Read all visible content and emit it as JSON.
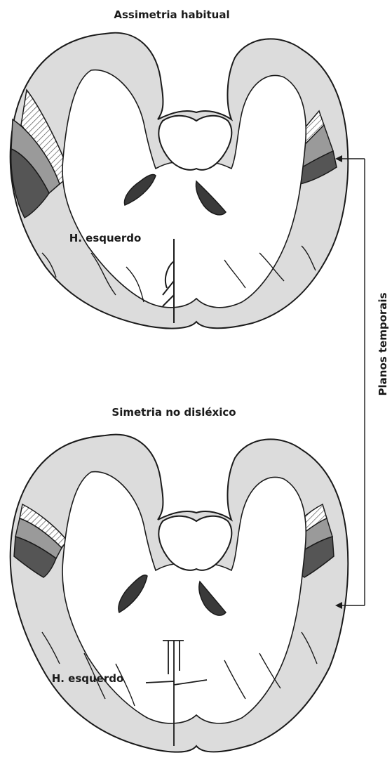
{
  "diagram": {
    "top_panel": {
      "title": "Assimetria habitual",
      "hemisphere_label": "H. esquerdo"
    },
    "bottom_panel": {
      "title": "Simetria no disléxico",
      "hemisphere_label": "H. esquerdo"
    },
    "side_label": "Planos temporais"
  },
  "colors": {
    "outline": "#1a1a1a",
    "cortex": "#dcdcdc",
    "white_matter": "#ffffff",
    "ventricle": "#3a3a3a",
    "planum_dark": "#555555",
    "planum_mid": "#9a9a9a",
    "hatch": "#555555"
  }
}
